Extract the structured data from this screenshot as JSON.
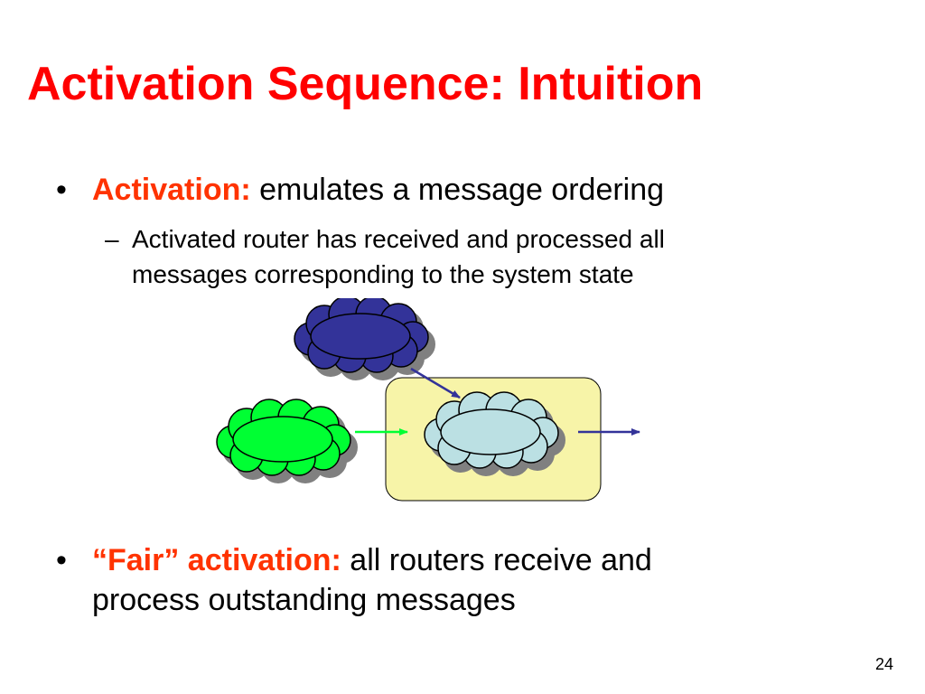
{
  "slide": {
    "title": "Activation Sequence: Intuition",
    "page_number": "24"
  },
  "bullets": [
    {
      "marker": "•",
      "emphasis": "Activation:",
      "text": " emulates a message ordering",
      "sub_items": [
        {
          "marker": "–",
          "line1": "Activated router has received and processed all",
          "line2": "messages corresponding to the system state"
        }
      ]
    },
    {
      "marker": "•",
      "emphasis": "“Fair” activation:",
      "text": " all routers receive and",
      "line2": "process outstanding messages"
    }
  ],
  "diagram": {
    "nodes": [
      {
        "id": "blue-router",
        "color": "#333399"
      },
      {
        "id": "green-router",
        "color": "#00ff33"
      },
      {
        "id": "activated-router",
        "color": "#bbe0e3"
      }
    ],
    "activated_box_color": "#f7f4a8",
    "arrow_color_dark": "#333399",
    "arrow_color_green": "#00ff33"
  }
}
